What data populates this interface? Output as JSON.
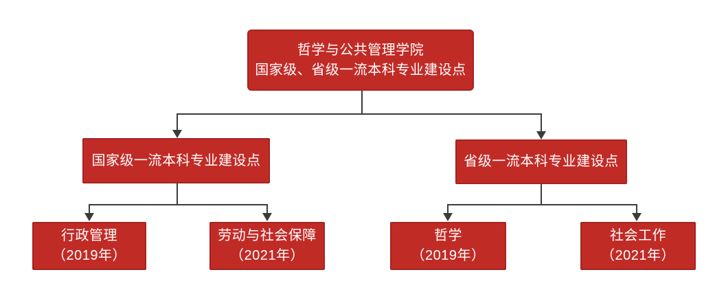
{
  "colors": {
    "box_fill": "#c12b26",
    "box_border": "#a32420",
    "connector": "#3b3b3b",
    "text": "#ffffff",
    "page_bg": "#ffffff"
  },
  "org_chart": {
    "root": {
      "title_line1": "哲学与公共管理学院",
      "title_line2": "国家级、省级一流本科专业建设点"
    },
    "level2": [
      {
        "label": "国家级一流本科专业建设点"
      },
      {
        "label": "省级一流本科专业建设点"
      }
    ],
    "level3": [
      {
        "name": "行政管理",
        "year": "（2019年）"
      },
      {
        "name": "劳动与社会保障",
        "year": "（2021年）"
      },
      {
        "name": "哲学",
        "year": "（2019年）"
      },
      {
        "name": "社会工作",
        "year": "（2021年）"
      }
    ]
  }
}
